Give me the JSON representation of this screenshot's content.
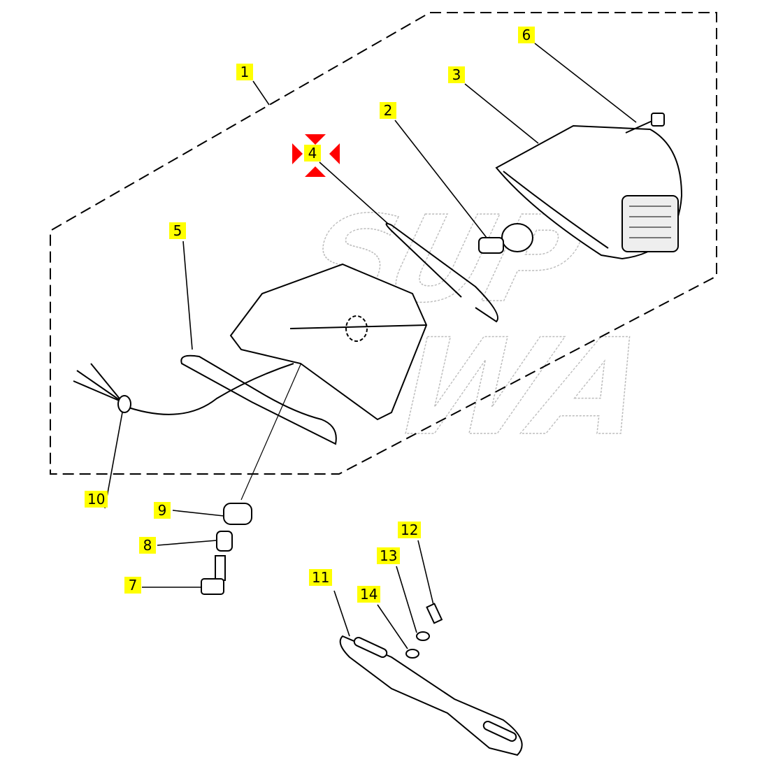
{
  "diagram": {
    "watermark": [
      "SUP",
      "WA"
    ],
    "highlight_color": "#ffff00",
    "selected_marker_color": "#ff0000",
    "selected_part": "4",
    "callouts": [
      "1",
      "2",
      "3",
      "4",
      "5",
      "6",
      "7",
      "8",
      "9",
      "10",
      "11",
      "12",
      "13",
      "14"
    ]
  }
}
